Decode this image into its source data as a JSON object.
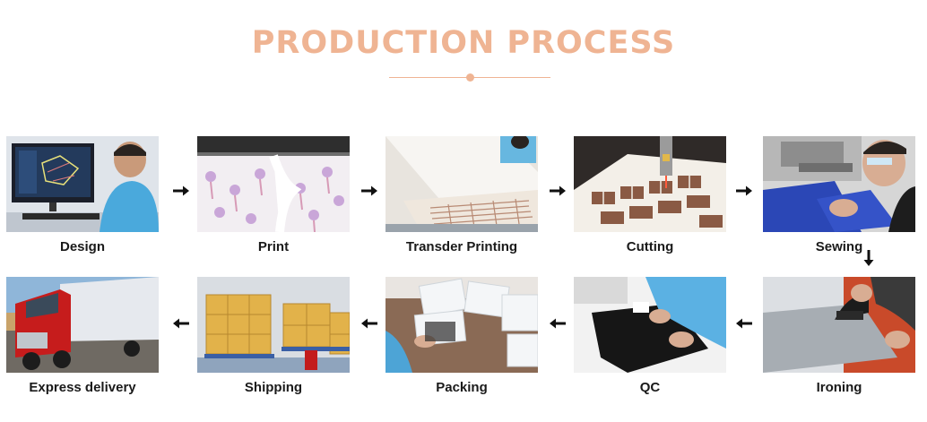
{
  "title": "PRODUCTION PROCESS",
  "colors": {
    "accent": "#efb493",
    "label": "#1a1a1a",
    "arrow": "#111111"
  },
  "steps": [
    {
      "label": "Design",
      "icon": "designer-at-computer-photo"
    },
    {
      "label": "Print",
      "icon": "printer-palm-fabric-photo"
    },
    {
      "label": "Transder Printing",
      "icon": "transfer-printing-machine-photo"
    },
    {
      "label": "Cutting",
      "icon": "laser-cutting-photo"
    },
    {
      "label": "Sewing",
      "icon": "sewing-machine-photo"
    },
    {
      "label": "Ironing",
      "icon": "ironing-photo"
    },
    {
      "label": "QC",
      "icon": "quality-check-photo"
    },
    {
      "label": "Packing",
      "icon": "packing-bags-photo"
    },
    {
      "label": "Shipping",
      "icon": "warehouse-boxes-photo"
    },
    {
      "label": "Express delivery",
      "icon": "red-truck-photo"
    }
  ],
  "arrows": [
    "right",
    "right",
    "right",
    "right",
    "down",
    "left",
    "left",
    "left",
    "left"
  ]
}
